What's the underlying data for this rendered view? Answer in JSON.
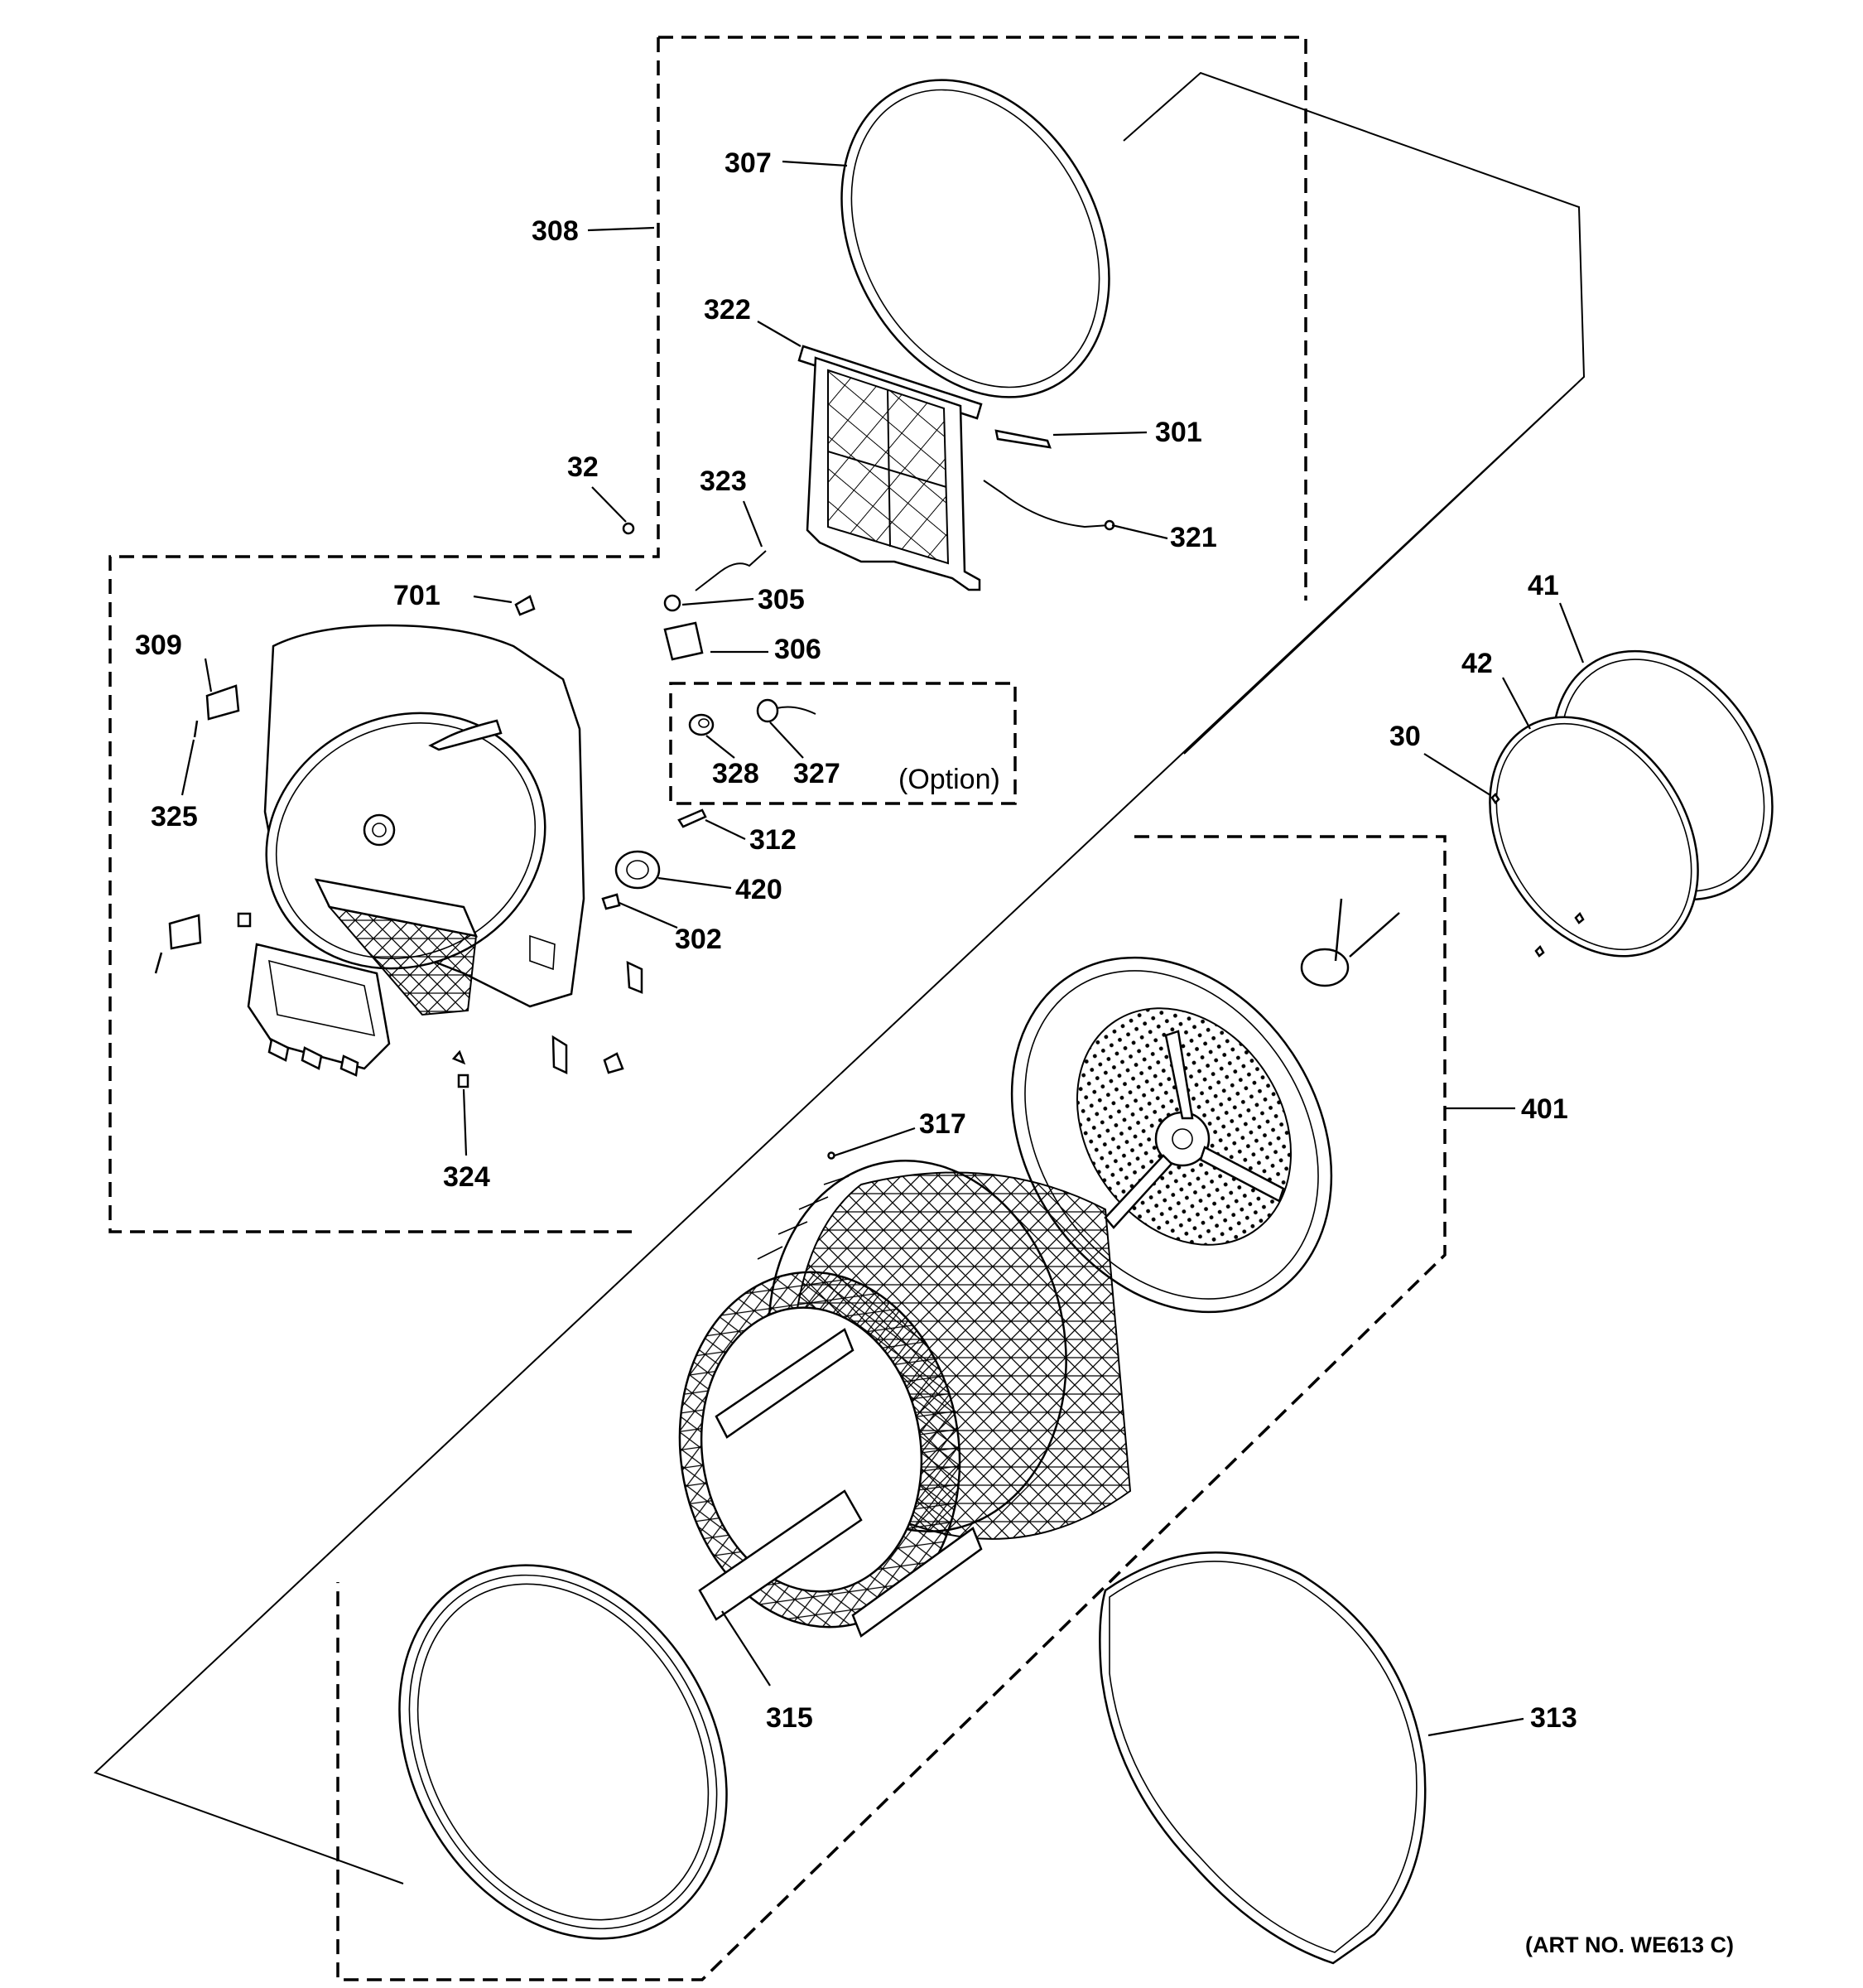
{
  "callouts": [
    {
      "id": "307",
      "text": "307"
    },
    {
      "id": "308",
      "text": "308"
    },
    {
      "id": "322",
      "text": "322"
    },
    {
      "id": "301",
      "text": "301"
    },
    {
      "id": "321",
      "text": "321"
    },
    {
      "id": "32",
      "text": "32"
    },
    {
      "id": "323",
      "text": "323"
    },
    {
      "id": "701",
      "text": "701"
    },
    {
      "id": "305",
      "text": "305"
    },
    {
      "id": "309",
      "text": "309"
    },
    {
      "id": "306",
      "text": "306"
    },
    {
      "id": "325",
      "text": "325"
    },
    {
      "id": "328",
      "text": "328"
    },
    {
      "id": "327",
      "text": "327"
    },
    {
      "id": "312",
      "text": "312"
    },
    {
      "id": "420",
      "text": "420"
    },
    {
      "id": "302",
      "text": "302"
    },
    {
      "id": "324",
      "text": "324"
    },
    {
      "id": "317",
      "text": "317"
    },
    {
      "id": "401",
      "text": "401"
    },
    {
      "id": "41",
      "text": "41"
    },
    {
      "id": "42",
      "text": "42"
    },
    {
      "id": "30",
      "text": "30"
    },
    {
      "id": "315",
      "text": "315"
    },
    {
      "id": "313",
      "text": "313"
    }
  ],
  "option_label": "(Option)",
  "art_number": "(ART NO. WE613 C)"
}
